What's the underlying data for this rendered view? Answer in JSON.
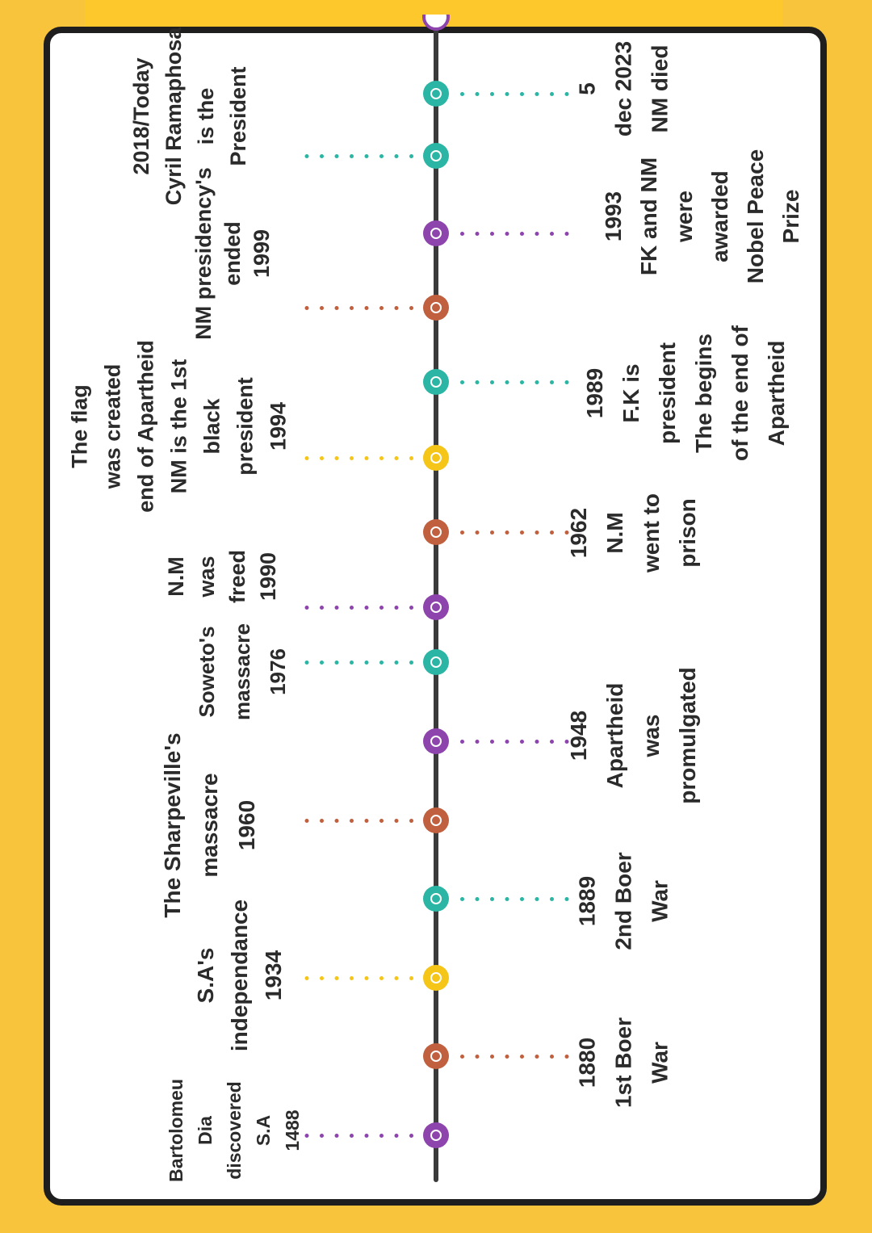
{
  "colors": {
    "background": "#f8c43c",
    "card": "#ffffff",
    "border": "#1e1e1e",
    "axis": "#3a3a3a",
    "purple": "#8e44ad",
    "orange": "#c0603e",
    "yellow": "#f5c518",
    "teal": "#2bb5a4"
  },
  "events": [
    {
      "color": "purple",
      "side": "left",
      "lines": [
        "Bartolomeu",
        "Dia",
        "discovered",
        "S.A",
        "1488"
      ]
    },
    {
      "color": "orange",
      "side": "right",
      "lines": [
        "1880",
        "1st Boer",
        "War"
      ]
    },
    {
      "color": "yellow",
      "side": "left",
      "lines": [
        "S.A's",
        "independance",
        "1934"
      ]
    },
    {
      "color": "teal",
      "side": "right",
      "lines": [
        "1889",
        "2nd Boer",
        "War"
      ]
    },
    {
      "color": "orange",
      "side": "left",
      "lines": [
        "The Sharpeville's",
        "massacre",
        "1960"
      ]
    },
    {
      "color": "purple",
      "side": "right",
      "lines": [
        "1948",
        "Apartheid",
        "was",
        "promulgated"
      ]
    },
    {
      "color": "teal",
      "side": "left",
      "lines": [
        "Soweto's",
        "massacre",
        "1976"
      ]
    },
    {
      "color": "purple",
      "side": "left",
      "lines": [
        "N.M",
        "was",
        "freed",
        "1990"
      ]
    },
    {
      "color": "orange",
      "side": "right",
      "lines": [
        "1962",
        "N.M",
        "went to",
        "prison"
      ]
    },
    {
      "color": "yellow",
      "side": "left",
      "lines": [
        "The flag",
        "was created",
        "end of Apartheid",
        "NM is the 1st",
        "black",
        "president",
        "1994"
      ]
    },
    {
      "color": "teal",
      "side": "right",
      "lines": [
        "1989",
        "F.K is",
        "president",
        "The begins",
        "of the end of",
        "Apartheid"
      ]
    },
    {
      "color": "orange",
      "side": "left",
      "lines": [
        "NM presidency's",
        "ended",
        "1999"
      ]
    },
    {
      "color": "purple",
      "side": "right",
      "lines": [
        "1993",
        "FK and NM",
        "were",
        "awarded",
        "Nobel Peace",
        "Prize"
      ]
    },
    {
      "color": "teal",
      "side": "left",
      "lines": [
        "2018/Today",
        "Cyril Ramaphosa",
        "is the",
        "President"
      ]
    },
    {
      "color": "teal",
      "side": "right",
      "lines": [
        "5",
        "dec 2023",
        "NM died"
      ]
    }
  ]
}
